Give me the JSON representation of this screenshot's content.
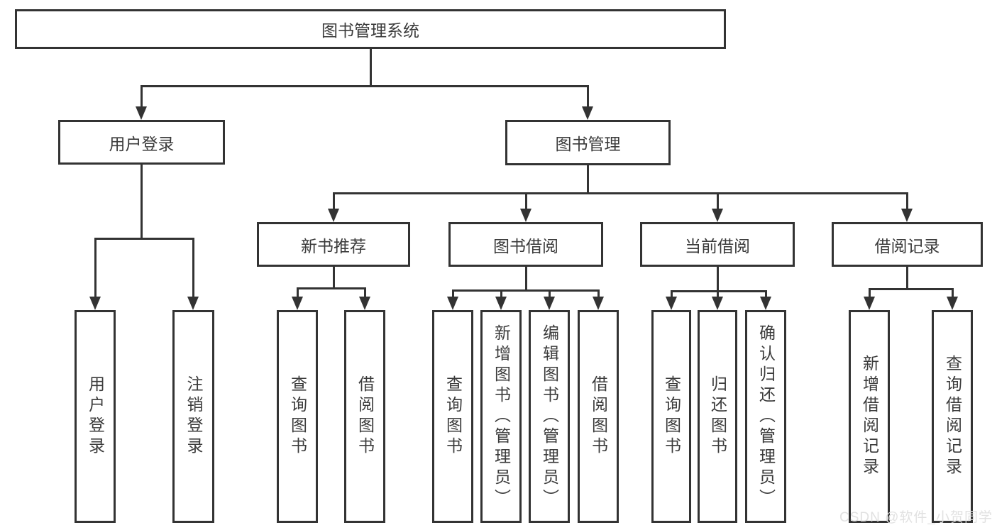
{
  "watermark": "CSDN @软件_小贺同学",
  "colors": {
    "line": "#333333",
    "text": "#3b3b3b",
    "background": "#ffffff",
    "watermark": "#dfdfdf"
  },
  "tree": {
    "label": "图书管理系统",
    "children": [
      {
        "label": "用户登录",
        "children": [
          {
            "label": "用户登录"
          },
          {
            "label": "注销登录"
          }
        ]
      },
      {
        "label": "图书管理",
        "children": [
          {
            "label": "新书推荐",
            "children": [
              {
                "label": "查询图书"
              },
              {
                "label": "借阅图书"
              }
            ]
          },
          {
            "label": "图书借阅",
            "children": [
              {
                "label": "查询图书"
              },
              {
                "label": "新增图书（管理员）"
              },
              {
                "label": "编辑图书（管理员）"
              },
              {
                "label": "借阅图书"
              }
            ]
          },
          {
            "label": "当前借阅",
            "children": [
              {
                "label": "查询图书"
              },
              {
                "label": "归还图书"
              },
              {
                "label": "确认归还（管理员）"
              }
            ]
          },
          {
            "label": "借阅记录",
            "children": [
              {
                "label": "新增借阅记录"
              },
              {
                "label": "查询借阅记录"
              }
            ]
          }
        ]
      }
    ]
  }
}
